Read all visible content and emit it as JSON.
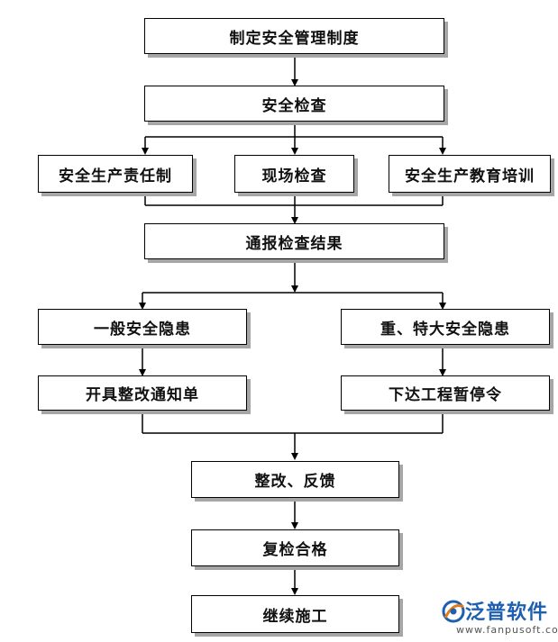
{
  "flow": {
    "step1": "制定安全管理制度",
    "step2": "安全检查",
    "branch_left": "安全生产责任制",
    "branch_mid": "现场检查",
    "branch_right": "安全生产教育培训",
    "report": "通报检查结果",
    "hazard_general": "一般安全隐患",
    "hazard_major": "重、特大安全隐患",
    "notice": "开具整改通知单",
    "stop_order": "下达工程暂停令",
    "rectify": "整改、反馈",
    "recheck": "复检合格",
    "continue": "继续施工"
  },
  "watermark": {
    "brand": "泛普软件",
    "url": "www.fanpusoft.com",
    "brand_color": "#1f5fb0"
  }
}
